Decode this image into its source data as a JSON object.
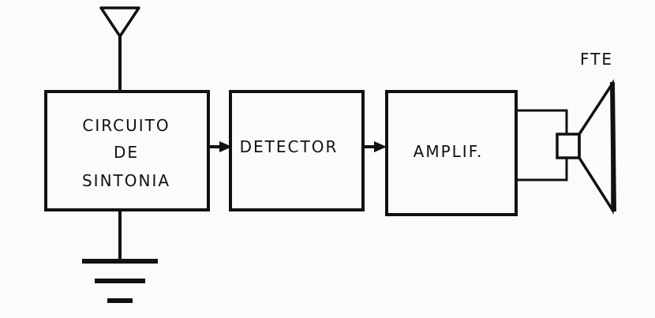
{
  "blocks": {
    "tuning": {
      "line1": "CIRCUITO",
      "line2": "DE",
      "line3": "SINTONIA"
    },
    "detector": {
      "label": "DETECTOR"
    },
    "amplifier": {
      "label": "AMPLIF."
    }
  },
  "speaker": {
    "label": "FTE"
  },
  "colors": {
    "ink": "#111111",
    "paper": "#fbfbf9"
  },
  "icons": [
    "antenna-icon",
    "ground-icon",
    "speaker-icon",
    "arrow-icon"
  ]
}
